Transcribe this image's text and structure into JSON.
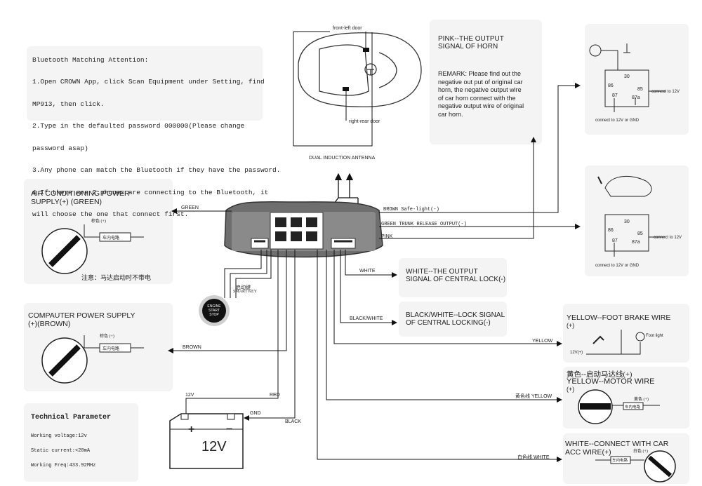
{
  "bluetooth": {
    "heading": "Bluetooth Matching Attention:",
    "lines": [
      "1.Open CROWN App, click Scan Equipment under Setting, find",
      "MP913, then click.",
      "2.Type in the defaulted password 000000(Please change",
      "password asap)",
      "3.Any phone can match the Bluetooth if they have the password.",
      "4.If there are 2 phones are connecting to the Bluetooth, it",
      "will choose the one that connect first."
    ]
  },
  "car": {
    "front_left_door": "front-left door",
    "right_rear_door": "right-rear door",
    "antenna": "DUAL INDUCTION ANTENNA"
  },
  "horn": {
    "title_1": "PINK--THE OUTPUT",
    "title_2": "SIGNAL OF HORN",
    "remark": [
      "REMARK: Please find out the",
      "negative out put of original car",
      "horn, the negative output wire",
      "of car horn connect with the",
      "negative output wire of original",
      "car horn."
    ]
  },
  "relay": {
    "pin30": "30",
    "pin86": "86",
    "pin85": "85",
    "pin87": "87",
    "pin87a": "87a",
    "connect_12v": "connect to 12V",
    "connect_12v_gnd": "connect to 12V or GND"
  },
  "aircon": {
    "title_1": "AIR CONDITIONING POWER",
    "title_2": "SUPPLY(+) (GREEN)",
    "wire_color": "棕色 (+)",
    "box": "车内电路",
    "note": "注意：马达启动时不带电"
  },
  "computer": {
    "title_1": "COMPAUTER POWER SUPPLY",
    "title_2": "(+)(BROWN)",
    "wire_color": "棕色 (+)",
    "box": "车内电路"
  },
  "smart_key": {
    "label_cn": "启动键",
    "label_en": "SMART KEY",
    "button_1": "ENGINE",
    "button_2": "START",
    "button_3": "STOP"
  },
  "wires": {
    "green": "GREEN",
    "brown_safe": "BROWN Safe-light(-)",
    "green_trunk": "GREEN TRUNK RELEASE OUTPUT(-)",
    "pink": "PINK",
    "white": "WHITE",
    "black_white": "BLACK/WHITE",
    "yellow": "YELLOW",
    "brown": "BROWN",
    "red": "RED",
    "v12": "12V",
    "gnd": "GND",
    "black": "BLACK",
    "yellow_cn": "黄色线  YELLOW",
    "white_cn": "白色线  WHITE"
  },
  "central_lock": {
    "white_1": "WHITE--THE OUTPUT",
    "white_2": "SIGNAL OF CENTRAL LOCK(-)",
    "bw_1": "BLACK/WHITE--LOCK SIGNAL",
    "bw_2": "OF CENTRAL LOCKING(-)"
  },
  "brake": {
    "title_1": "YELLOW--FOOT BRAKE WIRE",
    "title_2": "(+)",
    "v12": "12V(+)",
    "foot_light": "Foot light"
  },
  "motor": {
    "title_cn": "黄色--启动马达线(+)",
    "title_1": "YELLOW--MOTOR WIRE",
    "title_2": "(+)",
    "wire_color": "黄色 (+)",
    "box": "车内电路"
  },
  "acc": {
    "title_1": "WHITE--CONNECT WITH CAR",
    "title_2": "ACC WIRE(+)",
    "wire_color": "白色 (+)",
    "box": "车内电路"
  },
  "battery": {
    "plus": "+",
    "minus": "−",
    "voltage": "12V"
  },
  "tech": {
    "title": "Technical Parameter",
    "voltage": "Working voltage:12v",
    "current": "Static current:<20mA",
    "freq": "Working Freq:433.92MHz"
  }
}
